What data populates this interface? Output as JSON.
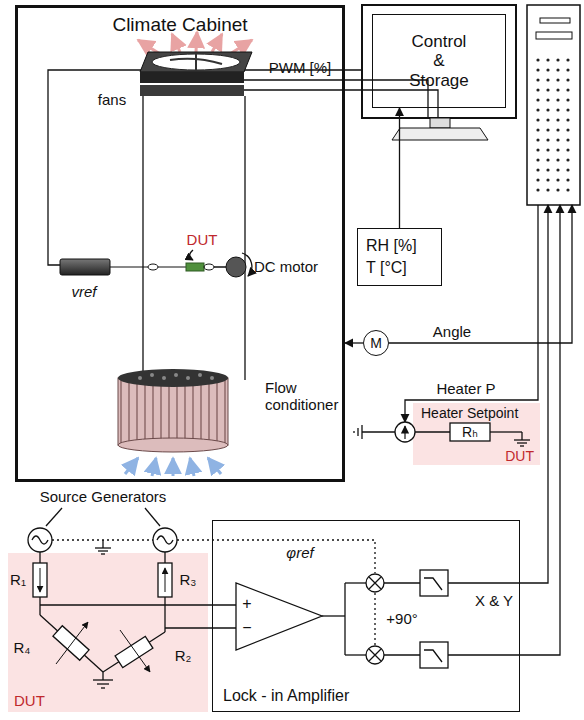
{
  "diagram": {
    "nodes": [
      {
        "text": [
          "Climate Cabinet"
        ]
      },
      {
        "text": [
          "Control & Storage"
        ]
      },
      {
        "text": [
          "RH [%]",
          "T [°C]"
        ]
      },
      {
        "text": [
          "M"
        ]
      },
      {
        "text": [
          "Heater Setpoint",
          "DUT"
        ]
      },
      {
        "text": [
          "DUT"
        ]
      },
      {
        "text": [
          "Lock - in Amplifier"
        ]
      }
    ],
    "edges": [
      {
        "from": 2,
        "to": 1,
        "arrow": "to"
      },
      {
        "from": 3,
        "to": 0,
        "arrow": "to"
      }
    ],
    "labels": [
      "fans",
      "PWM [%]",
      "DUT",
      "vref",
      "DC motor",
      "Flow conditioner",
      "Angle",
      "Heater P",
      "Rₕ",
      "Source Generators",
      "R₁",
      "R₃",
      "R₄",
      "R₂",
      "φref",
      "+",
      "−",
      "+90°",
      "X & Y"
    ]
  }
}
